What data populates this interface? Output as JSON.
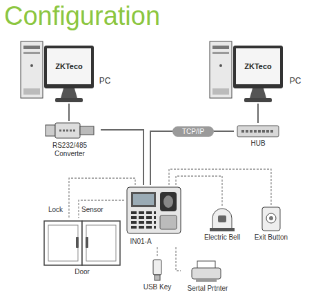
{
  "diagram": {
    "title": "Configuration",
    "nodes": [
      {
        "text": [
          "PC"
        ]
      },
      {
        "text": [
          "PC"
        ]
      },
      {
        "text": [
          "RS232/485 Converter"
        ]
      },
      {
        "text": [
          "HUB"
        ]
      },
      {
        "text": [
          "IN01-A"
        ]
      },
      {
        "text": [
          "Door"
        ]
      },
      {
        "text": [
          "Electric Bell"
        ]
      },
      {
        "text": [
          "Exit Button"
        ]
      },
      {
        "text": [
          "USB Key"
        ]
      },
      {
        "text": [
          "Sertal Prtnter"
        ]
      }
    ],
    "edges": [
      {
        "from": 0,
        "to": 2,
        "arrow": "none"
      },
      {
        "from": 2,
        "to": 4,
        "arrow": "none"
      },
      {
        "from": 4,
        "to": 3,
        "label": "TCP/IP",
        "arrow": "none"
      },
      {
        "from": 3,
        "to": 1,
        "arrow": "none"
      },
      {
        "from": 4,
        "to": 5,
        "label": "Lock",
        "arrow": "none"
      },
      {
        "from": 4,
        "to": 5,
        "label": "Sensor",
        "arrow": "none"
      },
      {
        "from": 4,
        "to": 6,
        "arrow": "none"
      },
      {
        "from": 4,
        "to": 7,
        "arrow": "none"
      },
      {
        "from": 4,
        "to": 8,
        "arrow": "none"
      },
      {
        "from": 4,
        "to": 9,
        "arrow": "none"
      }
    ],
    "labels": [
      "ZKTeco",
      "ZKTeco"
    ]
  }
}
